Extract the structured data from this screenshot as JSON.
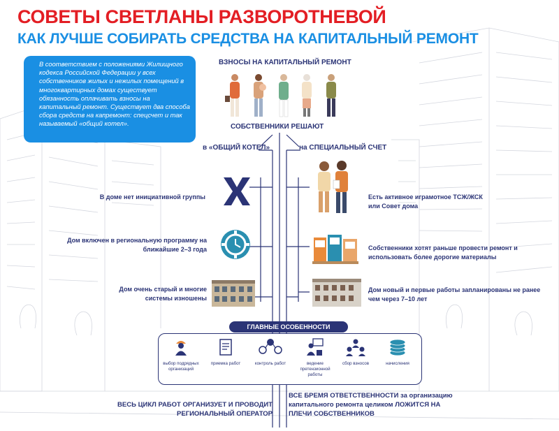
{
  "header": {
    "title": "СОВЕТЫ СВЕТЛАНЫ РАЗВОРОТНЕВОЙ",
    "subtitle": "КАК ЛУЧШЕ СОБИРАТЬ СРЕДСТВА НА КАПИТАЛЬНЫЙ РЕМОНТ"
  },
  "intro": {
    "text": "В соответствием с положениями Жилищного кодекса Российской Федерации у всех собственников жилых и нежилых помещений в многоквартирных домах существует обязанность оплачивать взносы на капитальный ремонт.  Существует два способа сбора средств на капремонт: спецсчет и так называемый «общий котел»."
  },
  "center": {
    "contributions_title": "ВЗНОСЫ НА КАПИТАЛЬНЫЙ РЕМОНТ",
    "owners_decide": "СОБСТВЕННИКИ РЕШАЮТ"
  },
  "left_branch": {
    "title": "в «ОБЩИЙ КОТЕЛ»",
    "items": [
      {
        "label": "В доме нет инициативной группы",
        "icon": "cross-icon"
      },
      {
        "label": "Дом включен в региональную программу на ближайшие 2–3 года",
        "icon": "clock-gear-icon"
      },
      {
        "label": "Дом очень старый и многие системы изношены",
        "icon": "old-building-icon"
      }
    ]
  },
  "right_branch": {
    "title": "на СПЕЦИАЛЬНЫЙ СЧЕТ",
    "items": [
      {
        "label": "Есть активное играмотное ТСЖ/ЖСК или Совет дома",
        "icon": "people-pair-icon"
      },
      {
        "label": "Собственники хотят раньше провести ремонт и использовать более дорогие материалы",
        "icon": "materials-icon"
      },
      {
        "label": "Дом новый и первые работы запланированы не ранее чем через 7–10 лет",
        "icon": "new-building-icon"
      }
    ]
  },
  "features": {
    "title": "ГЛАВНЫЕ ОСОБЕННОСТИ",
    "items": [
      {
        "label": "выбор подрядных организаций",
        "icon": "worker-icon"
      },
      {
        "label": "приемка работ",
        "icon": "document-icon"
      },
      {
        "label": "контроль работ",
        "icon": "money-cycle-icon"
      },
      {
        "label": "ведение претензионной работы",
        "icon": "presenter-icon"
      },
      {
        "label": "сбор взносов",
        "icon": "team-icon"
      },
      {
        "label": "начисления",
        "icon": "coins-icon"
      }
    ]
  },
  "bottom": {
    "left": "ВЕСЬ ЦИКЛ РАБОТ ОРГАНИЗУЕТ И ПРОВОДИТ РЕГИОНАЛЬНЫЙ ОПЕРАТОР",
    "right": "ВСЕ БРЕМЯ ОТВЕТСТВЕННОСТИ за организацию капитального ремонта целиком ЛОЖИТСЯ НА ПЛЕЧИ СОБСТВЕННИКОВ"
  },
  "colors": {
    "red": "#e31e24",
    "blue": "#1a8fe3",
    "navy": "#2b3476",
    "teal": "#2a8fb0"
  }
}
